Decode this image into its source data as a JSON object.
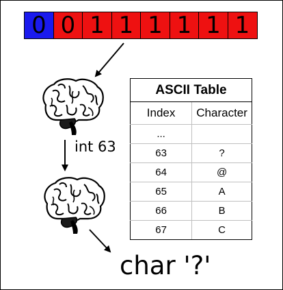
{
  "bits": [
    {
      "value": "0",
      "color": "#1a1aee"
    },
    {
      "value": "0",
      "color": "#ee1111"
    },
    {
      "value": "1",
      "color": "#ee1111"
    },
    {
      "value": "1",
      "color": "#ee1111"
    },
    {
      "value": "1",
      "color": "#ee1111"
    },
    {
      "value": "1",
      "color": "#ee1111"
    },
    {
      "value": "1",
      "color": "#ee1111"
    },
    {
      "value": "1",
      "color": "#ee1111"
    }
  ],
  "ascii_table": {
    "title": "ASCII Table",
    "columns": [
      "Index",
      "Character"
    ],
    "rows": [
      {
        "index": "...",
        "character": ""
      },
      {
        "index": "63",
        "character": "?"
      },
      {
        "index": "64",
        "character": "@"
      },
      {
        "index": "65",
        "character": "A"
      },
      {
        "index": "66",
        "character": "B"
      },
      {
        "index": "67",
        "character": "C"
      }
    ]
  },
  "int_label": "int 63",
  "char_label": "char '?'",
  "icons": [
    "brain-icon",
    "brain-icon"
  ]
}
